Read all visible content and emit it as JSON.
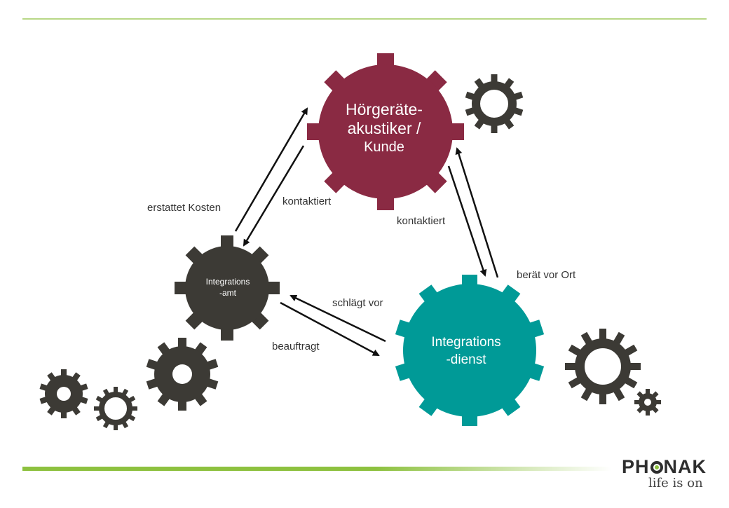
{
  "colors": {
    "top_line": "#8dc13f",
    "bottom_bar_start": "#8dc13f",
    "bottom_bar_end": "#ffffff",
    "gear_maroon": "#8a2a43",
    "gear_teal": "#009a97",
    "gear_dark": "#3c3a35",
    "logo_accent": "#8dc13f"
  },
  "gears": {
    "akustiker": {
      "line1": "Hörgeräte-",
      "line2": "akustiker /",
      "line3": "Kunde"
    },
    "amt": {
      "line1": "Integrations",
      "line2": "-amt"
    },
    "dienst": {
      "line1": "Integrations",
      "line2": "-dienst"
    }
  },
  "relations": {
    "erstattet": "erstattet Kosten",
    "kontaktiert_left": "kontaktiert",
    "kontaktiert_right": "kontaktiert",
    "beraet": "berät vor Ort",
    "schlaegt": "schlägt vor",
    "beauftragt": "beauftragt"
  },
  "logo": {
    "brand_left": "PH",
    "brand_right": "NAK",
    "tagline": "life is on"
  }
}
